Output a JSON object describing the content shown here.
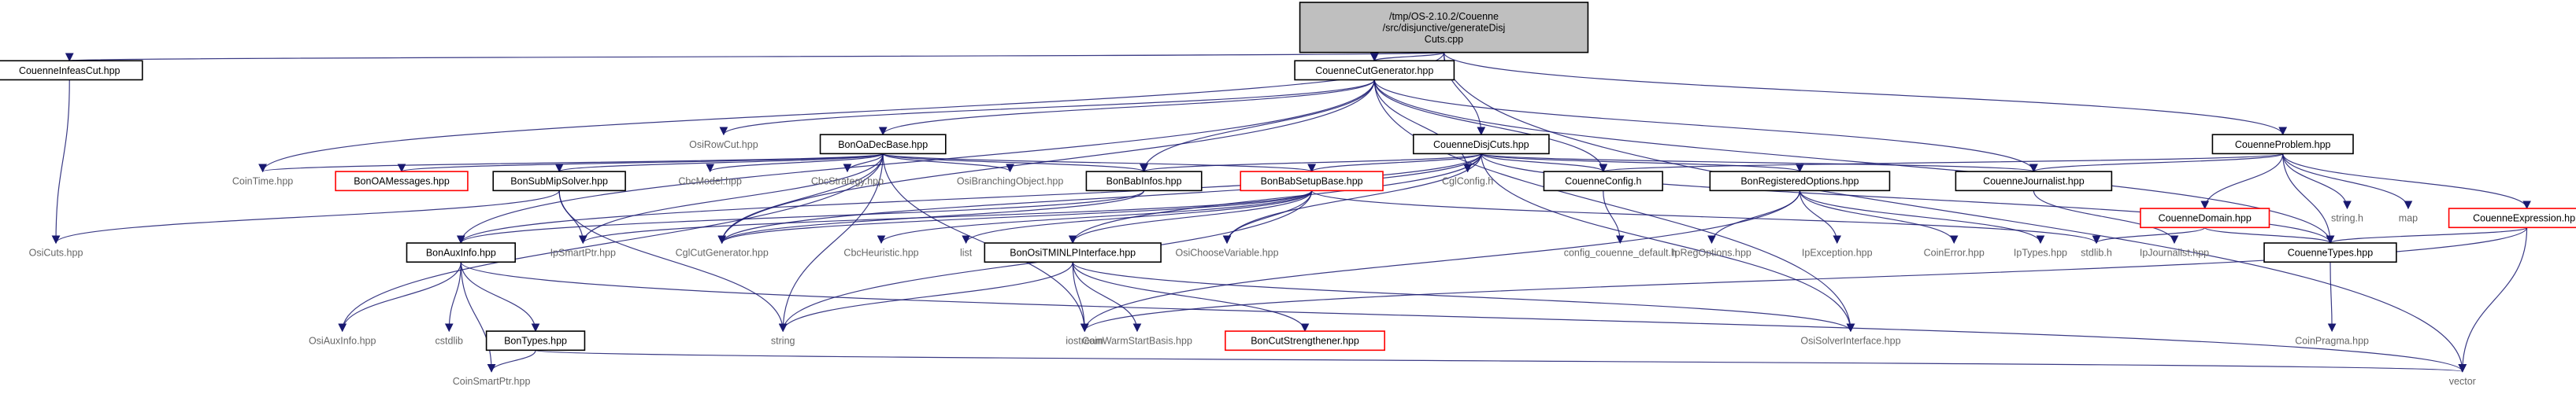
{
  "colors": {
    "edge": "#191970",
    "root_fill": "#bfbfbf",
    "red_border": "#ff0000",
    "external_text": "#666666"
  },
  "nodes": [
    {
      "id": "root",
      "lines": [
        "/tmp/OS-2.10.2/Couenne",
        "/src/disjunctive/generateDisj",
        "Cuts.cpp"
      ],
      "kind": "root"
    },
    {
      "id": "infeas",
      "lines": [
        "CouenneInfeasCut.hpp"
      ],
      "kind": "box"
    },
    {
      "id": "cutgen",
      "lines": [
        "CouenneCutGenerator.hpp"
      ],
      "kind": "box"
    },
    {
      "id": "problem",
      "lines": [
        "CouenneProblem.hpp"
      ],
      "kind": "box"
    },
    {
      "id": "osirowcut",
      "lines": [
        "OsiRowCut.hpp"
      ],
      "kind": "ext"
    },
    {
      "id": "oadec",
      "lines": [
        "BonOaDecBase.hpp"
      ],
      "kind": "box"
    },
    {
      "id": "disjcuts",
      "lines": [
        "CouenneDisjCuts.hpp"
      ],
      "kind": "box"
    },
    {
      "id": "cointime",
      "lines": [
        "CoinTime.hpp"
      ],
      "kind": "ext"
    },
    {
      "id": "oamessages",
      "lines": [
        "BonOAMessages.hpp"
      ],
      "kind": "red"
    },
    {
      "id": "submip",
      "lines": [
        "BonSubMipSolver.hpp"
      ],
      "kind": "box"
    },
    {
      "id": "cbcmodel",
      "lines": [
        "CbcModel.hpp"
      ],
      "kind": "ext"
    },
    {
      "id": "cbcstrategy",
      "lines": [
        "CbcStrategy.hpp"
      ],
      "kind": "ext"
    },
    {
      "id": "osibranching",
      "lines": [
        "OsiBranchingObject.hpp"
      ],
      "kind": "ext"
    },
    {
      "id": "babinfos",
      "lines": [
        "BonBabInfos.hpp"
      ],
      "kind": "box"
    },
    {
      "id": "babsetup",
      "lines": [
        "BonBabSetupBase.hpp"
      ],
      "kind": "red"
    },
    {
      "id": "cglconfig",
      "lines": [
        "CglConfig.h"
      ],
      "kind": "ext"
    },
    {
      "id": "couenneconfig",
      "lines": [
        "CouenneConfig.h"
      ],
      "kind": "box"
    },
    {
      "id": "regopts",
      "lines": [
        "BonRegisteredOptions.hpp"
      ],
      "kind": "box"
    },
    {
      "id": "journalist",
      "lines": [
        "CouenneJournalist.hpp"
      ],
      "kind": "box"
    },
    {
      "id": "couennedomain",
      "lines": [
        "CouenneDomain.hpp"
      ],
      "kind": "red"
    },
    {
      "id": "stringh",
      "lines": [
        "string.h"
      ],
      "kind": "ext"
    },
    {
      "id": "map",
      "lines": [
        "map"
      ],
      "kind": "ext"
    },
    {
      "id": "couenneexpr",
      "lines": [
        "CouenneExpression.hpp"
      ],
      "kind": "red"
    },
    {
      "id": "osicuts",
      "lines": [
        "OsiCuts.hpp"
      ],
      "kind": "ext"
    },
    {
      "id": "auxinfo",
      "lines": [
        "BonAuxInfo.hpp"
      ],
      "kind": "box"
    },
    {
      "id": "ipsmartptr",
      "lines": [
        "IpSmartPtr.hpp"
      ],
      "kind": "ext"
    },
    {
      "id": "cglcutgen",
      "lines": [
        "CglCutGenerator.hpp"
      ],
      "kind": "ext"
    },
    {
      "id": "cbcheuristic",
      "lines": [
        "CbcHeuristic.hpp"
      ],
      "kind": "ext"
    },
    {
      "id": "list",
      "lines": [
        "list"
      ],
      "kind": "ext"
    },
    {
      "id": "tminlp",
      "lines": [
        "BonOsiTMINLPInterface.hpp"
      ],
      "kind": "box"
    },
    {
      "id": "osichoose",
      "lines": [
        "OsiChooseVariable.hpp"
      ],
      "kind": "ext"
    },
    {
      "id": "configdefault",
      "lines": [
        "config_couenne_default.h"
      ],
      "kind": "ext"
    },
    {
      "id": "ipregoptions",
      "lines": [
        "IpRegOptions.hpp"
      ],
      "kind": "ext"
    },
    {
      "id": "ipexception",
      "lines": [
        "IpException.hpp"
      ],
      "kind": "ext"
    },
    {
      "id": "coinerror",
      "lines": [
        "CoinError.hpp"
      ],
      "kind": "ext"
    },
    {
      "id": "iptypes",
      "lines": [
        "IpTypes.hpp"
      ],
      "kind": "ext"
    },
    {
      "id": "stdlib",
      "lines": [
        "stdlib.h"
      ],
      "kind": "ext"
    },
    {
      "id": "ipjournalist",
      "lines": [
        "IpJournalist.hpp"
      ],
      "kind": "ext"
    },
    {
      "id": "couennetypes",
      "lines": [
        "CouenneTypes.hpp"
      ],
      "kind": "box"
    },
    {
      "id": "osiauxinfo",
      "lines": [
        "OsiAuxInfo.hpp"
      ],
      "kind": "ext"
    },
    {
      "id": "cstdlib",
      "lines": [
        "cstdlib"
      ],
      "kind": "ext"
    },
    {
      "id": "bontypes",
      "lines": [
        "BonTypes.hpp"
      ],
      "kind": "box"
    },
    {
      "id": "string",
      "lines": [
        "string"
      ],
      "kind": "ext"
    },
    {
      "id": "coinwarm",
      "lines": [
        "CoinWarmStartBasis.hpp"
      ],
      "kind": "ext"
    },
    {
      "id": "cutstrength",
      "lines": [
        "BonCutStrengthener.hpp"
      ],
      "kind": "red"
    },
    {
      "id": "iostream",
      "lines": [
        "iostream"
      ],
      "kind": "ext"
    },
    {
      "id": "osisolver",
      "lines": [
        "OsiSolverInterface.hpp"
      ],
      "kind": "ext"
    },
    {
      "id": "coinpragma",
      "lines": [
        "CoinPragma.hpp"
      ],
      "kind": "ext"
    },
    {
      "id": "coinsmartptr",
      "lines": [
        "CoinSmartPtr.hpp"
      ],
      "kind": "ext"
    },
    {
      "id": "vector",
      "lines": [
        "vector"
      ],
      "kind": "ext"
    }
  ],
  "edges": [
    [
      "root",
      "infeas"
    ],
    [
      "root",
      "cutgen"
    ],
    [
      "root",
      "problem"
    ],
    [
      "root",
      "disjcuts"
    ],
    [
      "root",
      "cointime"
    ],
    [
      "root",
      "vector"
    ],
    [
      "infeas",
      "osicuts"
    ],
    [
      "cutgen",
      "osirowcut"
    ],
    [
      "cutgen",
      "oadec"
    ],
    [
      "cutgen",
      "babinfos"
    ],
    [
      "cutgen",
      "cglconfig"
    ],
    [
      "cutgen",
      "couenneconfig"
    ],
    [
      "cutgen",
      "journalist"
    ],
    [
      "cutgen",
      "couennetypes"
    ],
    [
      "cutgen",
      "cglcutgen"
    ],
    [
      "cutgen",
      "osisolver"
    ],
    [
      "cutgen",
      "auxinfo"
    ],
    [
      "oadec",
      "cointime"
    ],
    [
      "oadec",
      "oamessages"
    ],
    [
      "oadec",
      "submip"
    ],
    [
      "oadec",
      "cbcmodel"
    ],
    [
      "oadec",
      "cbcstrategy"
    ],
    [
      "oadec",
      "osibranching"
    ],
    [
      "oadec",
      "babinfos"
    ],
    [
      "oadec",
      "babsetup"
    ],
    [
      "oadec",
      "cglcutgen"
    ],
    [
      "oadec",
      "iostream"
    ],
    [
      "oadec",
      "osiauxinfo"
    ],
    [
      "oadec",
      "ipsmartptr"
    ],
    [
      "oadec",
      "string"
    ],
    [
      "submip",
      "osicuts"
    ],
    [
      "submip",
      "string"
    ],
    [
      "submip",
      "ipsmartptr"
    ],
    [
      "disjcuts",
      "cglconfig"
    ],
    [
      "disjcuts",
      "couenneconfig"
    ],
    [
      "disjcuts",
      "babinfos"
    ],
    [
      "disjcuts",
      "babsetup"
    ],
    [
      "disjcuts",
      "regopts"
    ],
    [
      "disjcuts",
      "journalist"
    ],
    [
      "disjcuts",
      "couennetypes"
    ],
    [
      "disjcuts",
      "cglcutgen"
    ],
    [
      "disjcuts",
      "osichoose"
    ],
    [
      "disjcuts",
      "tminlp"
    ],
    [
      "disjcuts",
      "osisolver"
    ],
    [
      "disjcuts",
      "auxinfo"
    ],
    [
      "babinfos",
      "auxinfo"
    ],
    [
      "babinfos",
      "cglcutgen"
    ],
    [
      "babsetup",
      "ipsmartptr"
    ],
    [
      "babsetup",
      "cglcutgen"
    ],
    [
      "babsetup",
      "cbcheuristic"
    ],
    [
      "babsetup",
      "list"
    ],
    [
      "babsetup",
      "tminlp"
    ],
    [
      "babsetup",
      "osichoose"
    ],
    [
      "babsetup",
      "stdlib"
    ],
    [
      "babsetup",
      "string"
    ],
    [
      "couenneconfig",
      "configdefault"
    ],
    [
      "regopts",
      "ipregoptions"
    ],
    [
      "regopts",
      "ipexception"
    ],
    [
      "regopts",
      "coinerror"
    ],
    [
      "regopts",
      "iptypes"
    ],
    [
      "regopts",
      "iostream"
    ],
    [
      "journalist",
      "ipjournalist"
    ],
    [
      "problem",
      "couenneconfig"
    ],
    [
      "problem",
      "journalist"
    ],
    [
      "problem",
      "couennedomain"
    ],
    [
      "problem",
      "stringh"
    ],
    [
      "problem",
      "map"
    ],
    [
      "problem",
      "couenneexpr"
    ],
    [
      "problem",
      "couennetypes"
    ],
    [
      "couennedomain",
      "stdlib"
    ],
    [
      "couennedomain",
      "couennetypes"
    ],
    [
      "couenneexpr",
      "couennetypes"
    ],
    [
      "couenneexpr",
      "iostream"
    ],
    [
      "couenneexpr",
      "vector"
    ],
    [
      "couennetypes",
      "coinpragma"
    ],
    [
      "auxinfo",
      "osiauxinfo"
    ],
    [
      "auxinfo",
      "cstdlib"
    ],
    [
      "auxinfo",
      "bontypes"
    ],
    [
      "auxinfo",
      "coinsmartptr"
    ],
    [
      "auxinfo",
      "vector"
    ],
    [
      "bontypes",
      "coinsmartptr"
    ],
    [
      "bontypes",
      "vector"
    ],
    [
      "tminlp",
      "string"
    ],
    [
      "tminlp",
      "coinwarm"
    ],
    [
      "tminlp",
      "cutstrength"
    ],
    [
      "tminlp",
      "iostream"
    ],
    [
      "tminlp",
      "osisolver"
    ]
  ]
}
